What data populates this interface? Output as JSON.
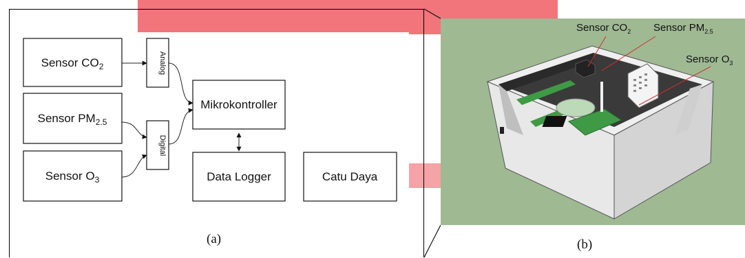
{
  "panel_a": {
    "caption": "(a)",
    "blocks": {
      "sensor_co2": {
        "main": "Sensor CO",
        "sub": "2"
      },
      "sensor_pm25": {
        "main": "Sensor PM",
        "sub": "2.5"
      },
      "sensor_o3": {
        "main": "Sensor O",
        "sub": "3"
      },
      "analog": "Analog",
      "digital": "Digital",
      "mikrokontroller": "Mikrokontroller",
      "data_logger": "Data Logger",
      "catu_daya": "Catu Daya"
    }
  },
  "panel_b": {
    "caption": "(b)",
    "callouts": {
      "co2": {
        "main": "Sensor CO",
        "sub": "2"
      },
      "pm25": {
        "main": "Sensor PM",
        "sub": "2.5"
      },
      "o3": {
        "main": "Sensor O",
        "sub": "3"
      }
    }
  },
  "colors": {
    "watermark": "#f1757a",
    "model_background": "#9fb993",
    "enclosure": "#e6e6e6",
    "pcb_green": "#3f9a45",
    "leader_line": "#d32f2f"
  }
}
